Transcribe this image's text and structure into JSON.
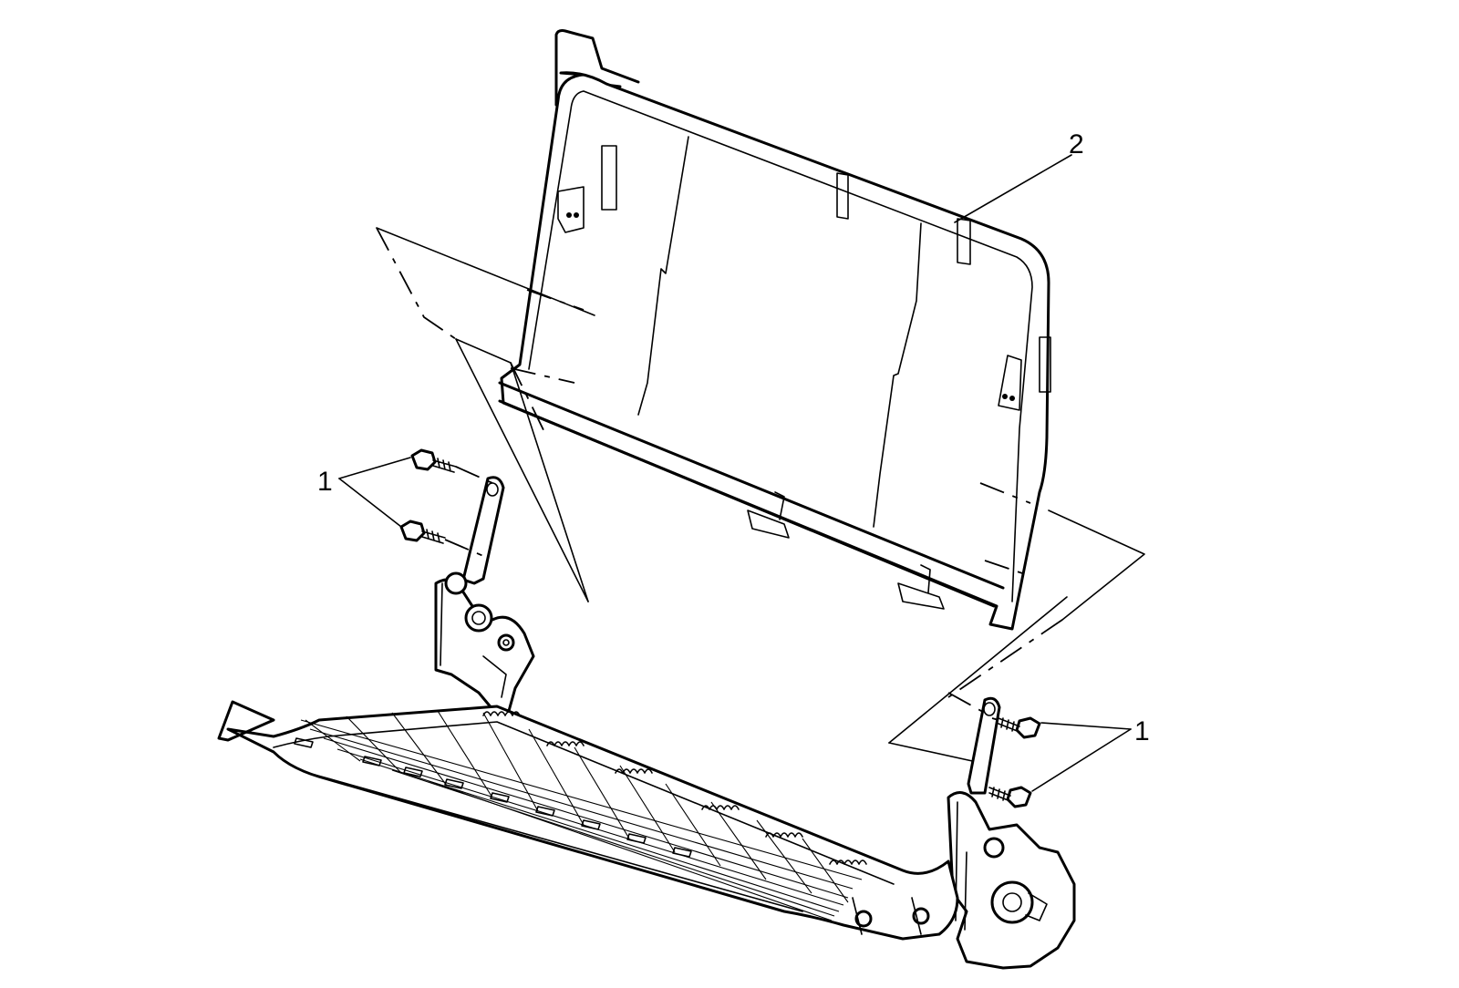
{
  "callouts": {
    "bolts_left": "1",
    "bolts_right": "1",
    "backrest_frame": "2"
  },
  "colors": {
    "line": "#000000",
    "background": "#ffffff"
  }
}
